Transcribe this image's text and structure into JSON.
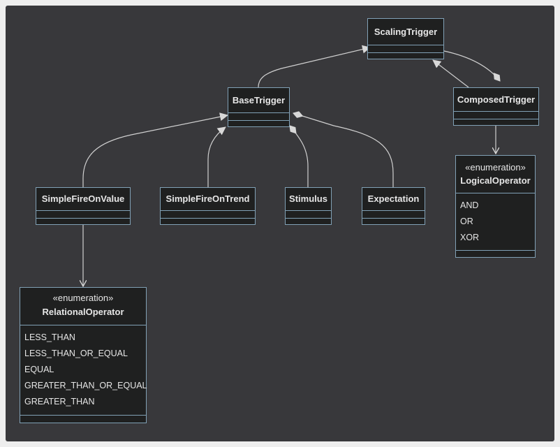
{
  "classes": {
    "scaling_trigger": {
      "name": "ScalingTrigger"
    },
    "base_trigger": {
      "name": "BaseTrigger"
    },
    "composed_trigger": {
      "name": "ComposedTrigger"
    },
    "simple_fire_on_value": {
      "name": "SimpleFireOnValue"
    },
    "simple_fire_on_trend": {
      "name": "SimpleFireOnTrend"
    },
    "stimulus": {
      "name": "Stimulus"
    },
    "expectation": {
      "name": "Expectation"
    },
    "logical_operator": {
      "stereotype": "«enumeration»",
      "name": "LogicalOperator",
      "values": [
        "AND",
        "OR",
        "XOR"
      ]
    },
    "relational_operator": {
      "stereotype": "«enumeration»",
      "name": "RelationalOperator",
      "values": [
        "LESS_THAN",
        "LESS_THAN_OR_EQUAL",
        "EQUAL",
        "GREATER_THAN_OR_EQUAL",
        "GREATER_THAN"
      ]
    }
  },
  "relations": [
    {
      "from": "BaseTrigger",
      "to": "ScalingTrigger",
      "type": "inheritance"
    },
    {
      "from": "ComposedTrigger",
      "to": "ScalingTrigger",
      "type": "inheritance"
    },
    {
      "from": "ScalingTrigger",
      "to": "ComposedTrigger",
      "type": "composition"
    },
    {
      "from": "SimpleFireOnValue",
      "to": "BaseTrigger",
      "type": "inheritance"
    },
    {
      "from": "SimpleFireOnTrend",
      "to": "BaseTrigger",
      "type": "inheritance"
    },
    {
      "from": "Stimulus",
      "to": "BaseTrigger",
      "type": "composition"
    },
    {
      "from": "Expectation",
      "to": "BaseTrigger",
      "type": "composition"
    },
    {
      "from": "ComposedTrigger",
      "to": "LogicalOperator",
      "type": "association"
    },
    {
      "from": "SimpleFireOnValue",
      "to": "RelationalOperator",
      "type": "association"
    }
  ],
  "colors": {
    "background": "#38383b",
    "box_fill": "#1f2020",
    "box_border": "#81a1b6",
    "text": "#e6e6e6",
    "edge": "#d0d0d0"
  }
}
